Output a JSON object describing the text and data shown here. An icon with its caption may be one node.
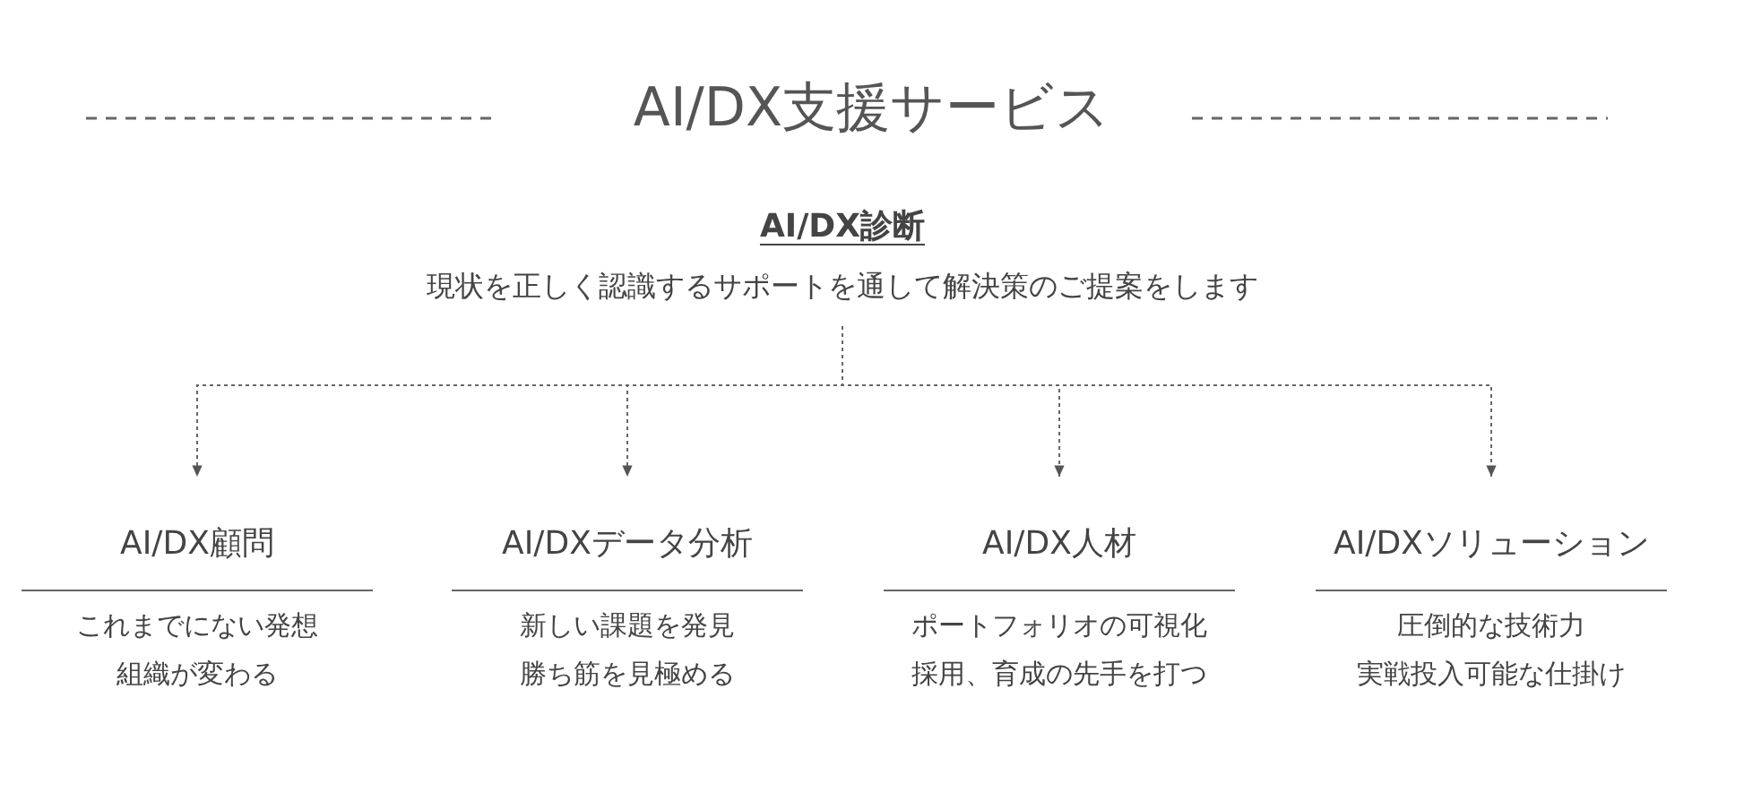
{
  "diagram": {
    "title": "AI/DX支援サービス",
    "nodes": [
      {
        "text": [
          "AI/DX診断",
          "現状を正しく認識するサポートを通して解決策のご提案をします"
        ]
      },
      {
        "text": [
          "AI/DX顧問",
          "これまでにない発想",
          "組織が変わる"
        ]
      },
      {
        "text": [
          "AI/DXデータ分析",
          "新しい課題を発見",
          "勝ち筋を見極める"
        ]
      },
      {
        "text": [
          "AI/DX人材",
          "ポートフォリオの可視化",
          "採用、育成の先手を打つ"
        ]
      },
      {
        "text": [
          "AI/DXソリューション",
          "圧倒的な技術力",
          "実戦投入可能な仕掛け"
        ]
      }
    ],
    "edges": [
      {
        "from": 0,
        "to": 1,
        "arrow": "to",
        "style": "dashed"
      },
      {
        "from": 0,
        "to": 2,
        "arrow": "to",
        "style": "dashed"
      },
      {
        "from": 0,
        "to": 3,
        "arrow": "to",
        "style": "dashed"
      },
      {
        "from": 0,
        "to": 4,
        "arrow": "to",
        "style": "dashed"
      }
    ]
  }
}
